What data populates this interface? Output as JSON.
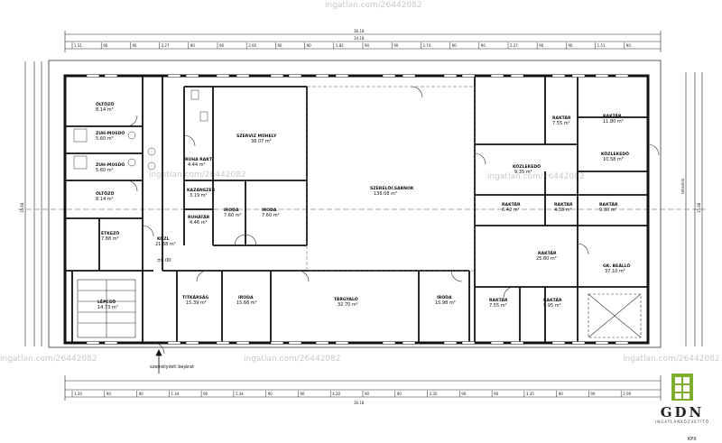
{
  "dimensions": {
    "overall_top": "36.18",
    "overall_top_inner": "34.18",
    "overall_bottom": "36.18",
    "top_segments": [
      "1.51",
      "90",
      "90",
      "2.27",
      "90",
      "90",
      "2.00",
      "90",
      "90",
      "1.82",
      "90",
      "90",
      "3.74",
      "90",
      "90",
      "2.27",
      "90",
      "90",
      "1.51",
      "90"
    ],
    "bottom_segments": [
      "1.34",
      "90",
      "90",
      "1.34",
      "90",
      "1.34",
      "90",
      "90",
      "4.20",
      "90",
      "90",
      "2.30",
      "90",
      "90",
      "3.35",
      "90",
      "90",
      "2.09"
    ],
    "left_overall": "15.68",
    "right_overall": "15.68",
    "right_label": "tetosikla"
  },
  "rooms": [
    {
      "name": "ÖLTÖZŐ",
      "area": "8.14 m²"
    },
    {
      "name": "ZUH-MOSDÓ",
      "area": "5.60 m²"
    },
    {
      "name": "ZUH-MOSDÓ",
      "area": "5.60 m²"
    },
    {
      "name": "ÖLTÖZŐ",
      "area": "8.14 m²"
    },
    {
      "name": "ÉTKEZŐ",
      "area": "7.88 m²"
    },
    {
      "name": "KÖZL",
      "area": "21.68 m²"
    },
    {
      "name": "LÉPCSŐ",
      "area": "14.73 m²"
    },
    {
      "name": "RUHA RAKT",
      "area": "4.44 m²"
    },
    {
      "name": "KAZÁNSZER",
      "area": "3.19 m²"
    },
    {
      "name": "RUHATÁR",
      "area": "4.46 m²"
    },
    {
      "name": "SZERVIZ MŰHELY",
      "area": "38.07 m²"
    },
    {
      "name": "IRODA",
      "area": "7.60 m²"
    },
    {
      "name": "IRODA",
      "area": "7.60 m²"
    },
    {
      "name": "TITKÁRSÁG",
      "area": "15.39 m²"
    },
    {
      "name": "IRODA",
      "area": "15.66 m²"
    },
    {
      "name": "TÁRGYALÓ",
      "area": "32.70 m²"
    },
    {
      "name": "IRODA",
      "area": "15.98 m²"
    },
    {
      "name": "SZERELŐCSARNOK",
      "area": "136.08 m²"
    },
    {
      "name": "RAKTÁR",
      "area": "7.55 m²"
    },
    {
      "name": "RAKTÁR",
      "area": "11.80 m²"
    },
    {
      "name": "KÖZLEKEDŐ",
      "area": "9.35 m²"
    },
    {
      "name": "KÖZLEKEDŐ",
      "area": "10.58 m²"
    },
    {
      "name": "RAKTÁR",
      "area": "6.42 m²"
    },
    {
      "name": "RAKTÁR",
      "area": "4.38 m²"
    },
    {
      "name": "RAKTÁR",
      "area": "9.30 m²"
    },
    {
      "name": "RAKTÁR",
      "area": "25.80 m²"
    },
    {
      "name": "GK. BEÁLLÓ",
      "area": "37.10 m²"
    },
    {
      "name": "RAKTÁR",
      "area": "7.55 m²"
    },
    {
      "name": "RAKTÁR",
      "area": "9.95 m²"
    }
  ],
  "annotations": {
    "entrance": "személyzeti bejárat",
    "level": "±0.00",
    "corner_mark": "KPX"
  },
  "watermarks": [
    "ingatlan.com/26442082",
    "ingatlan.com/26442082",
    "ingatlan.com/26442082",
    "ingatlan.com/26442082",
    "ingatlan.com/26442082",
    "ingatlan.com/26442082"
  ],
  "logo": {
    "brand": "GDN",
    "tagline": "INGATLANKÖZVETÍTŐ",
    "colors": {
      "green": "#7fae2e",
      "dark": "#3a3a3a"
    }
  }
}
